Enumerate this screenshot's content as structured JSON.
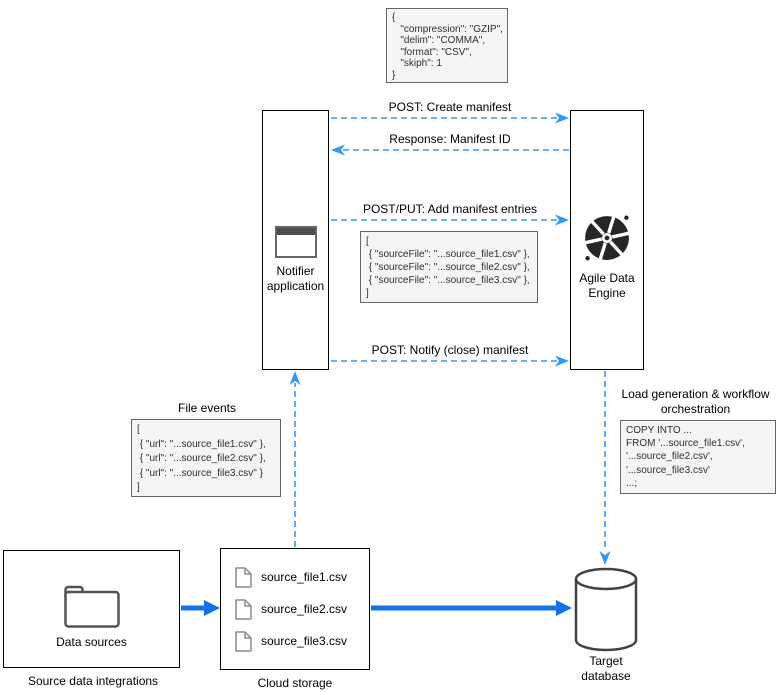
{
  "colors": {
    "dashed_arrow": "#3399F0",
    "solid_arrow": "#1273E6",
    "node_border": "#000000",
    "code_bg": "#F5F5F5",
    "code_border": "#666666"
  },
  "config_box": {
    "lines": [
      "{",
      "   \"compression\": \"GZIP\",",
      "   \"delim\": \"COMMA\",",
      "   \"format\": \"CSV\",",
      "   \"skiph\": 1",
      "}"
    ]
  },
  "messages": {
    "create_manifest": "POST: Create manifest",
    "response_manifest": "Response: Manifest ID",
    "add_entries": "POST/PUT: Add manifest entries",
    "notify_close": "POST: Notify (close) manifest"
  },
  "manifest_entries_box": {
    "lines": [
      "[",
      " { \"sourceFile\": \"...source_file1.csv\" },",
      " { \"sourceFile\": \"...source_file2.csv\" },",
      " { \"sourceFile\": \"...source_file3.csv\" },",
      "]"
    ]
  },
  "file_events": {
    "title": "File events",
    "lines": [
      "[",
      " { \"url\": \"...source_file1.csv\" },",
      " { \"url\": \"...source_file2.csv\" },",
      " { \"url\": \"...source_file3.csv\" }",
      "]"
    ]
  },
  "load_generation": {
    "title": "Load generation & workflow orchestration",
    "lines": [
      "COPY INTO ...",
      "FROM '...source_file1.csv',",
      "'...source_file2.csv',",
      "'...source_file3.csv'",
      "...;"
    ]
  },
  "nodes": {
    "notifier": {
      "label": "Notifier application"
    },
    "ade": {
      "label": "Agile Data Engine"
    },
    "data_sources": {
      "label": "Data sources",
      "caption": "Source data integrations"
    },
    "cloud_storage": {
      "caption": "Cloud storage",
      "files": [
        "source_file1.csv",
        "source_file2.csv",
        "source_file3.csv"
      ]
    },
    "target_db": {
      "label": "Target database"
    }
  }
}
